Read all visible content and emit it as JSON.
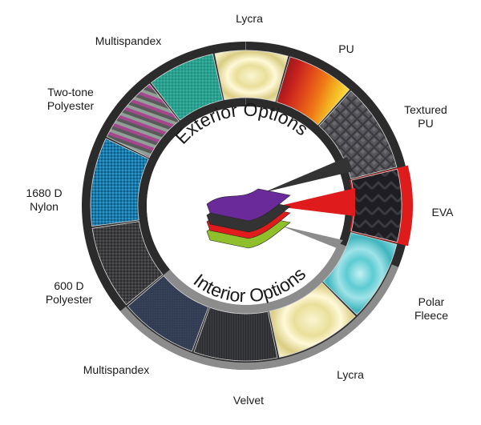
{
  "diagram": {
    "exterior_title": "Exterior Options",
    "interior_title": "Interior Options",
    "exterior": [
      {
        "id": "two-tone-polyester",
        "label": [
          "Two-tone",
          "Polyester"
        ],
        "texture": "two-tone"
      },
      {
        "id": "multispandex-ext",
        "label": [
          "Multispandex"
        ],
        "texture": "teal-mesh"
      },
      {
        "id": "lycra-ext",
        "label": [
          "Lycra"
        ],
        "texture": "cream-swirl"
      },
      {
        "id": "pu",
        "label": [
          "PU"
        ],
        "texture": "pu-colors"
      },
      {
        "id": "textured-pu",
        "label": [
          "Textured",
          "PU"
        ],
        "texture": "diamond"
      },
      {
        "id": "eva",
        "label": [
          "EVA"
        ],
        "texture": "eva"
      }
    ],
    "exterior_left": [
      {
        "id": "600d-polyester",
        "label": [
          "600 D",
          "Polyester"
        ],
        "texture": "dark-weave"
      },
      {
        "id": "1680d-nylon",
        "label": [
          "1680 D",
          "Nylon"
        ],
        "texture": "blue-weave"
      }
    ],
    "interior": [
      {
        "id": "multispandex-int",
        "label": [
          "Multispandex"
        ],
        "texture": "navy"
      },
      {
        "id": "velvet",
        "label": [
          "Velvet"
        ],
        "texture": "velvet"
      },
      {
        "id": "lycra-int",
        "label": [
          "Lycra"
        ],
        "texture": "cream-swirl"
      },
      {
        "id": "polar-fleece",
        "label": [
          "Polar",
          "Fleece"
        ],
        "texture": "fleece"
      }
    ],
    "colors": {
      "exterior_ring": "#2b2b2b",
      "interior_ring": "#8c8c8c",
      "eva_ring": "#e01b1b",
      "layer_top": "#6a2a9a",
      "layer_mid": "#333333",
      "layer_red": "#e01b1b",
      "layer_bottom": "#8fbf2a"
    }
  }
}
